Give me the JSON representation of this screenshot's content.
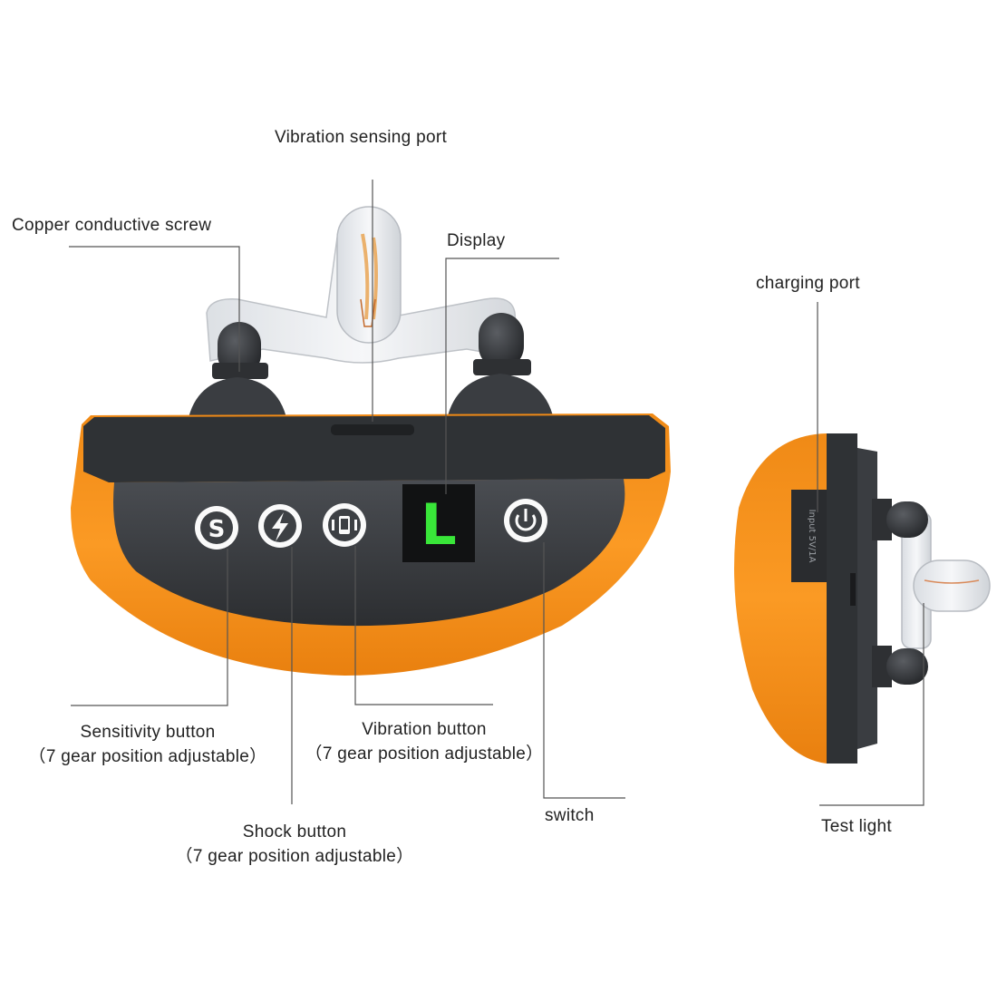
{
  "labels": {
    "vibration_sensing_port": "Vibration sensing port",
    "copper_screw": "Copper conductive screw",
    "display": "Display",
    "charging_port": "charging port",
    "sensitivity_button": "Sensitivity button",
    "sensitivity_sub": "（7 gear position adjustable）",
    "vibration_button": "Vibration button",
    "vibration_sub": "（7 gear position adjustable）",
    "shock_button": "Shock button",
    "shock_sub": "（7 gear position adjustable）",
    "switch": "switch",
    "test_light": "Test light"
  },
  "device": {
    "display_value": "L",
    "side_print": "Input 5V/1A"
  },
  "colors": {
    "orange": "#F7931E",
    "dark_gray": "#3D4044",
    "display_green": "#39E639",
    "leader_line": "#555555"
  },
  "icons": [
    "sensitivity-s-icon",
    "lightning-bolt-icon",
    "vibration-icon",
    "power-icon"
  ]
}
